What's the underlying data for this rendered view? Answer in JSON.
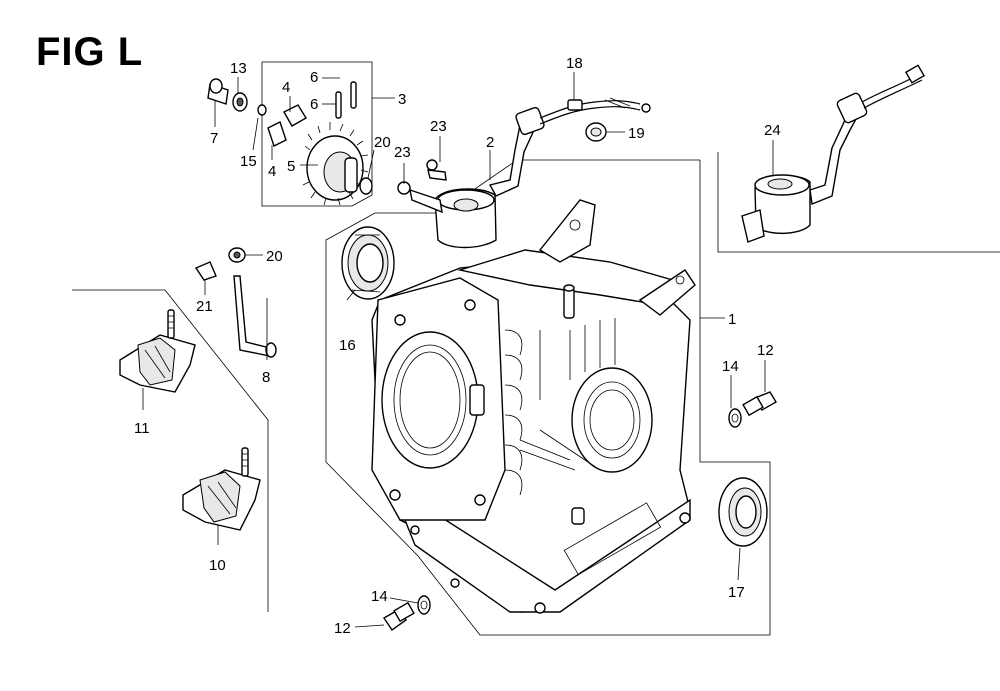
{
  "figure": {
    "title": "FIG L"
  },
  "callouts": [
    {
      "id": "c1",
      "label": "1"
    },
    {
      "id": "c2",
      "label": "2"
    },
    {
      "id": "c3",
      "label": "3"
    },
    {
      "id": "c4a",
      "label": "4"
    },
    {
      "id": "c4b",
      "label": "4"
    },
    {
      "id": "c5",
      "label": "5"
    },
    {
      "id": "c6a",
      "label": "6"
    },
    {
      "id": "c6b",
      "label": "6"
    },
    {
      "id": "c7",
      "label": "7"
    },
    {
      "id": "c8",
      "label": "8"
    },
    {
      "id": "c10",
      "label": "10"
    },
    {
      "id": "c11",
      "label": "11"
    },
    {
      "id": "c12a",
      "label": "12"
    },
    {
      "id": "c12b",
      "label": "12"
    },
    {
      "id": "c13",
      "label": "13"
    },
    {
      "id": "c14a",
      "label": "14"
    },
    {
      "id": "c14b",
      "label": "14"
    },
    {
      "id": "c15",
      "label": "15"
    },
    {
      "id": "c16",
      "label": "16"
    },
    {
      "id": "c17",
      "label": "17"
    },
    {
      "id": "c18",
      "label": "18"
    },
    {
      "id": "c19",
      "label": "19"
    },
    {
      "id": "c20a",
      "label": "20"
    },
    {
      "id": "c20b",
      "label": "20"
    },
    {
      "id": "c21",
      "label": "21"
    },
    {
      "id": "c23a",
      "label": "23"
    },
    {
      "id": "c23b",
      "label": "23"
    },
    {
      "id": "c24",
      "label": "24"
    }
  ]
}
